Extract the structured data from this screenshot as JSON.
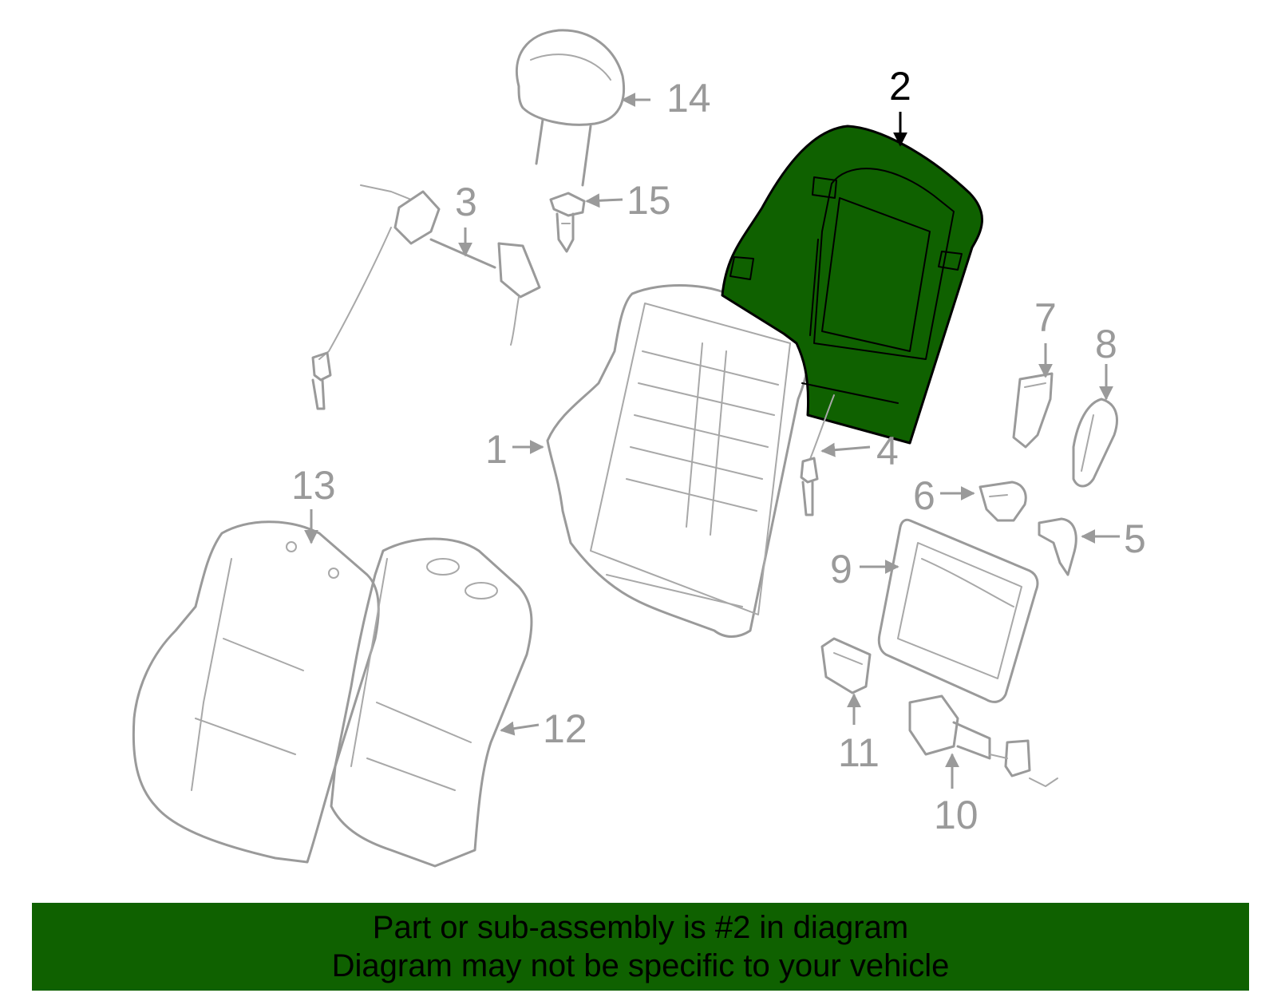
{
  "diagram": {
    "highlight_color": "#0f6100",
    "line_color": "#9a9a9a",
    "highlighted_part": "2",
    "callouts": {
      "c1": "1",
      "c2": "2",
      "c3": "3",
      "c4": "4",
      "c5": "5",
      "c6": "6",
      "c7": "7",
      "c8": "8",
      "c9": "9",
      "c10": "10",
      "c11": "11",
      "c12": "12",
      "c13": "13",
      "c14": "14",
      "c15": "15"
    }
  },
  "footer": {
    "background": "#0f6100",
    "text_color": "#000000",
    "line1": "Part or sub-assembly is #2 in diagram",
    "line2": "Diagram may not be specific to your vehicle"
  }
}
